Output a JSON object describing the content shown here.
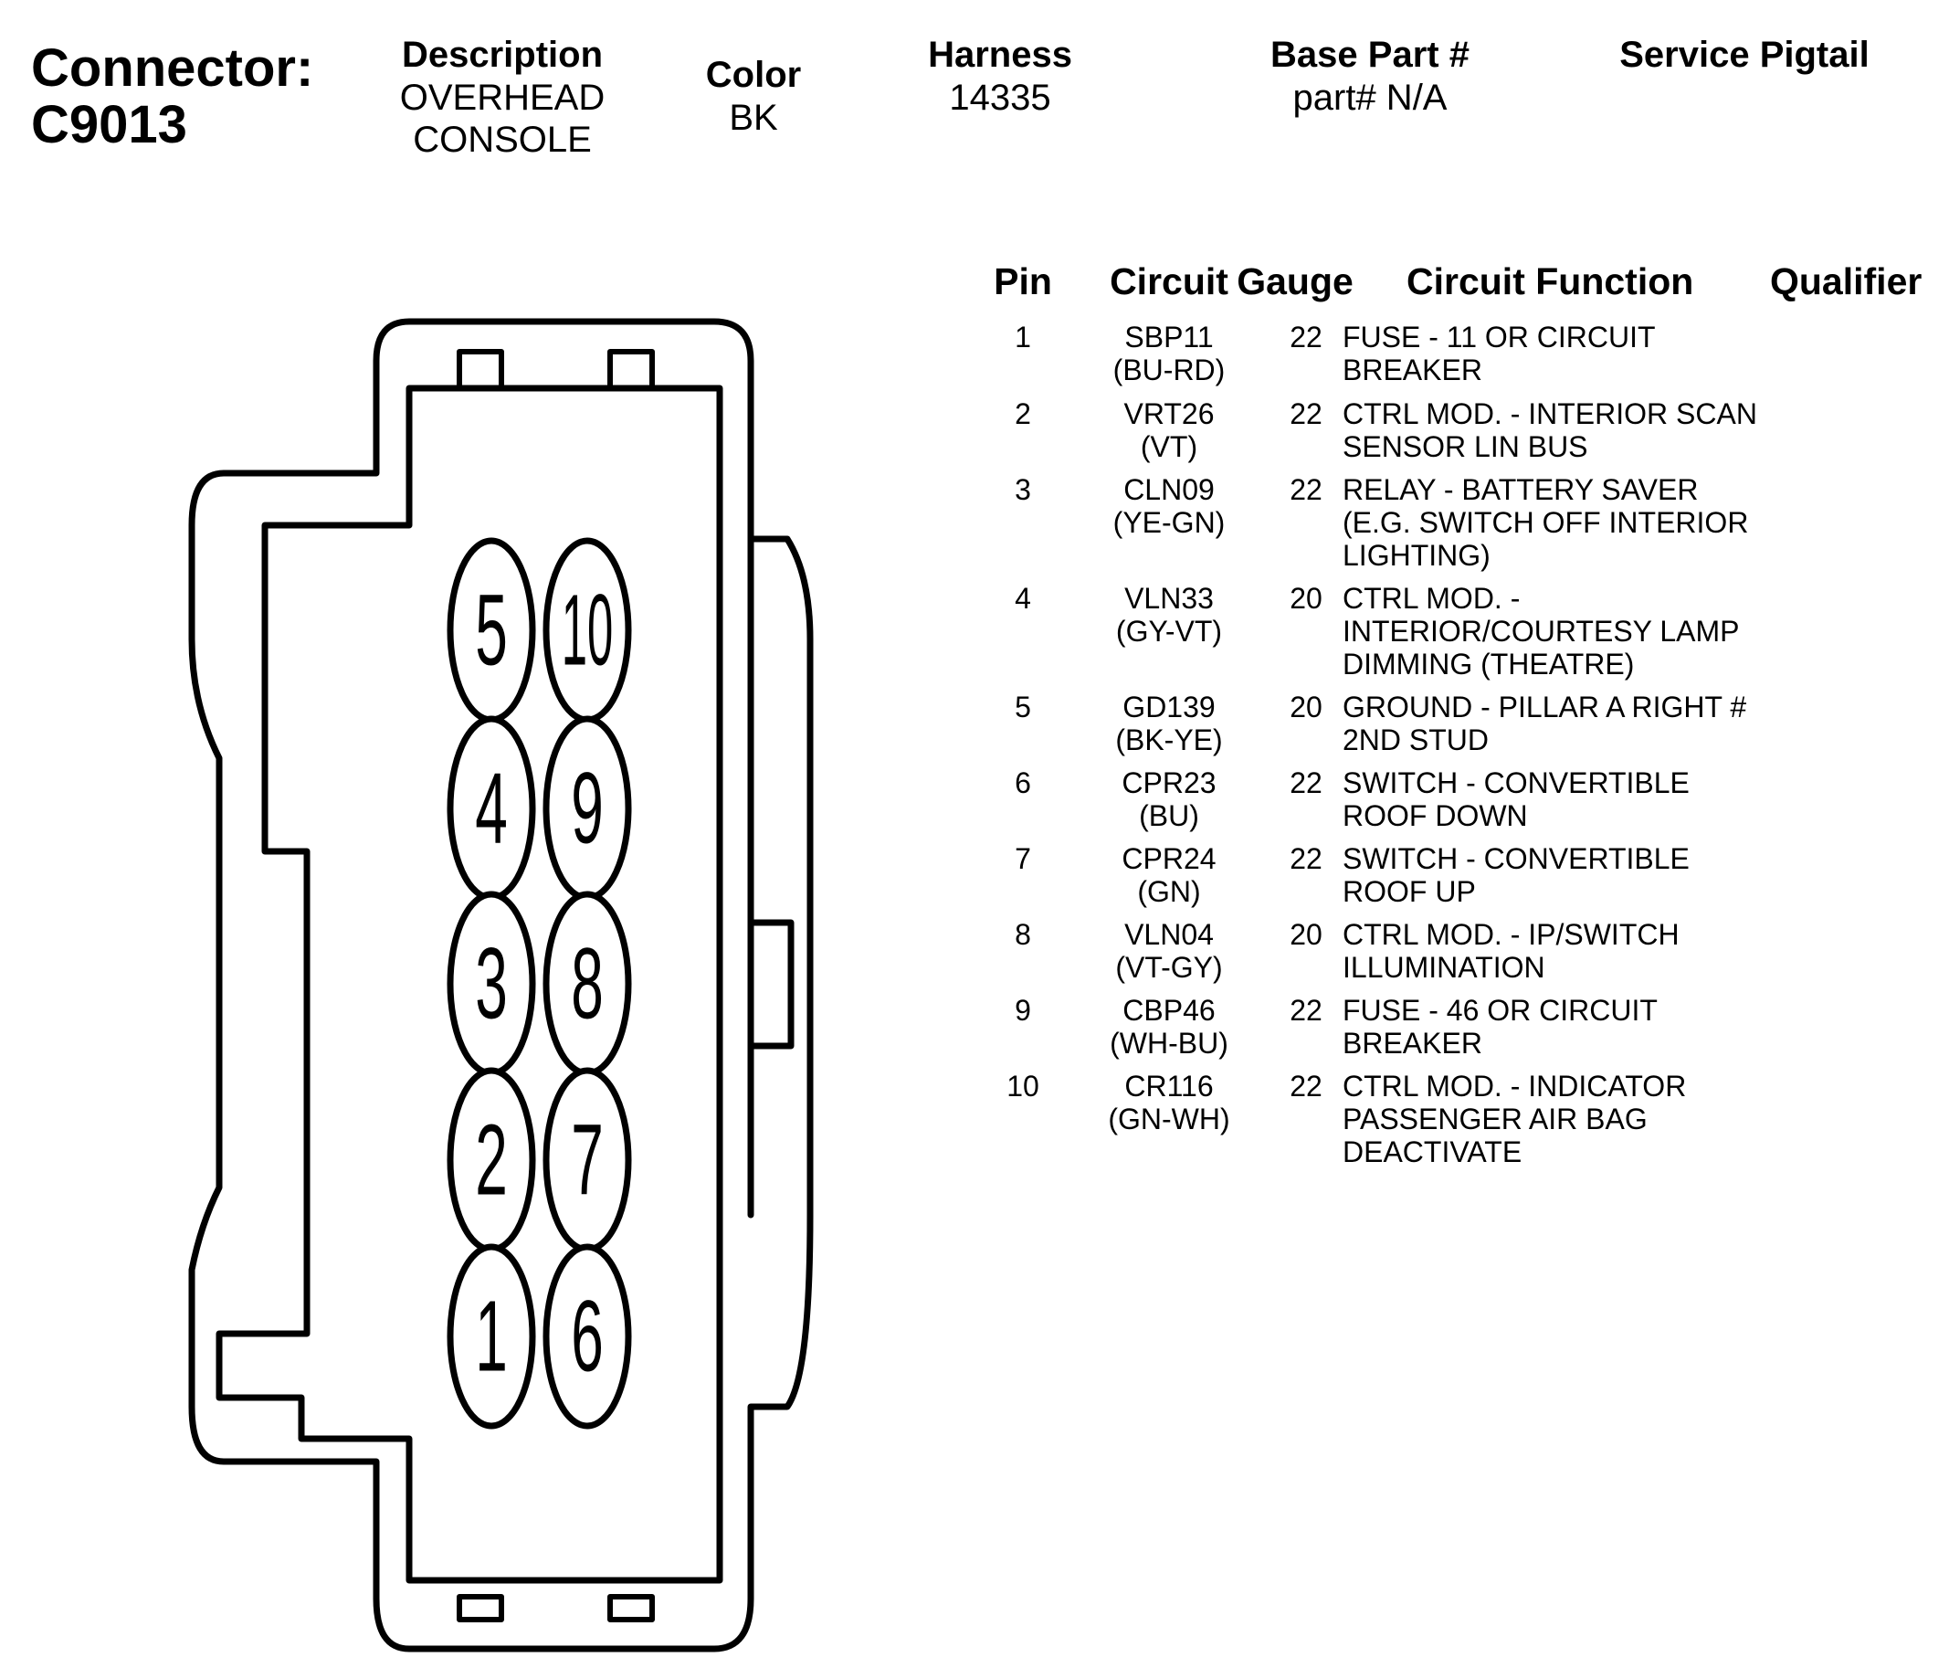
{
  "connector": {
    "label": "Connector:",
    "id": "C9013"
  },
  "header": {
    "description_label": "Description",
    "description_line1": "OVERHEAD",
    "description_line2": "CONSOLE",
    "color_label": "Color",
    "color_value": "BK",
    "harness_label": "Harness",
    "harness_value": "14335",
    "base_part_label": "Base Part #",
    "base_part_value": "part# N/A",
    "service_pigtail_label": "Service Pigtail"
  },
  "pin_numbers": {
    "p1": "1",
    "p2": "2",
    "p3": "3",
    "p4": "4",
    "p5": "5",
    "p6": "6",
    "p7": "7",
    "p8": "8",
    "p9": "9",
    "p10": "10"
  },
  "table": {
    "headers": {
      "pin": "Pin",
      "circuit": "Circuit",
      "gauge": "Gauge",
      "function": "Circuit Function",
      "qualifier": "Qualifier"
    },
    "rows": [
      {
        "pin": "1",
        "circuit": "SBP11",
        "wire": "(BU-RD)",
        "gauge": "22",
        "f1": "FUSE - 11 OR CIRCUIT",
        "f2": "BREAKER",
        "f3": ""
      },
      {
        "pin": "2",
        "circuit": "VRT26",
        "wire": "(VT)",
        "gauge": "22",
        "f1": "CTRL MOD. - INTERIOR SCAN",
        "f2": "SENSOR LIN BUS",
        "f3": ""
      },
      {
        "pin": "3",
        "circuit": "CLN09",
        "wire": "(YE-GN)",
        "gauge": "22",
        "f1": "RELAY - BATTERY SAVER",
        "f2": "(E.G. SWITCH OFF INTERIOR",
        "f3": "LIGHTING)"
      },
      {
        "pin": "4",
        "circuit": "VLN33",
        "wire": "(GY-VT)",
        "gauge": "20",
        "f1": "CTRL MOD. -",
        "f2": "INTERIOR/COURTESY LAMP",
        "f3": "DIMMING (THEATRE)"
      },
      {
        "pin": "5",
        "circuit": "GD139",
        "wire": "(BK-YE)",
        "gauge": "20",
        "f1": "GROUND - PILLAR A RIGHT #",
        "f2": "2ND STUD",
        "f3": ""
      },
      {
        "pin": "6",
        "circuit": "CPR23",
        "wire": "(BU)",
        "gauge": "22",
        "f1": "SWITCH - CONVERTIBLE",
        "f2": "ROOF DOWN",
        "f3": ""
      },
      {
        "pin": "7",
        "circuit": "CPR24",
        "wire": "(GN)",
        "gauge": "22",
        "f1": "SWITCH - CONVERTIBLE",
        "f2": "ROOF UP",
        "f3": ""
      },
      {
        "pin": "8",
        "circuit": "VLN04",
        "wire": "(VT-GY)",
        "gauge": "20",
        "f1": "CTRL MOD. - IP/SWITCH",
        "f2": "ILLUMINATION",
        "f3": ""
      },
      {
        "pin": "9",
        "circuit": "CBP46",
        "wire": "(WH-BU)",
        "gauge": "22",
        "f1": "FUSE - 46 OR CIRCUIT",
        "f2": "BREAKER",
        "f3": ""
      },
      {
        "pin": "10",
        "circuit": "CR116",
        "wire": "(GN-WH)",
        "gauge": "22",
        "f1": "CTRL MOD. - INDICATOR",
        "f2": "PASSENGER AIR BAG",
        "f3": "DEACTIVATE"
      }
    ]
  }
}
